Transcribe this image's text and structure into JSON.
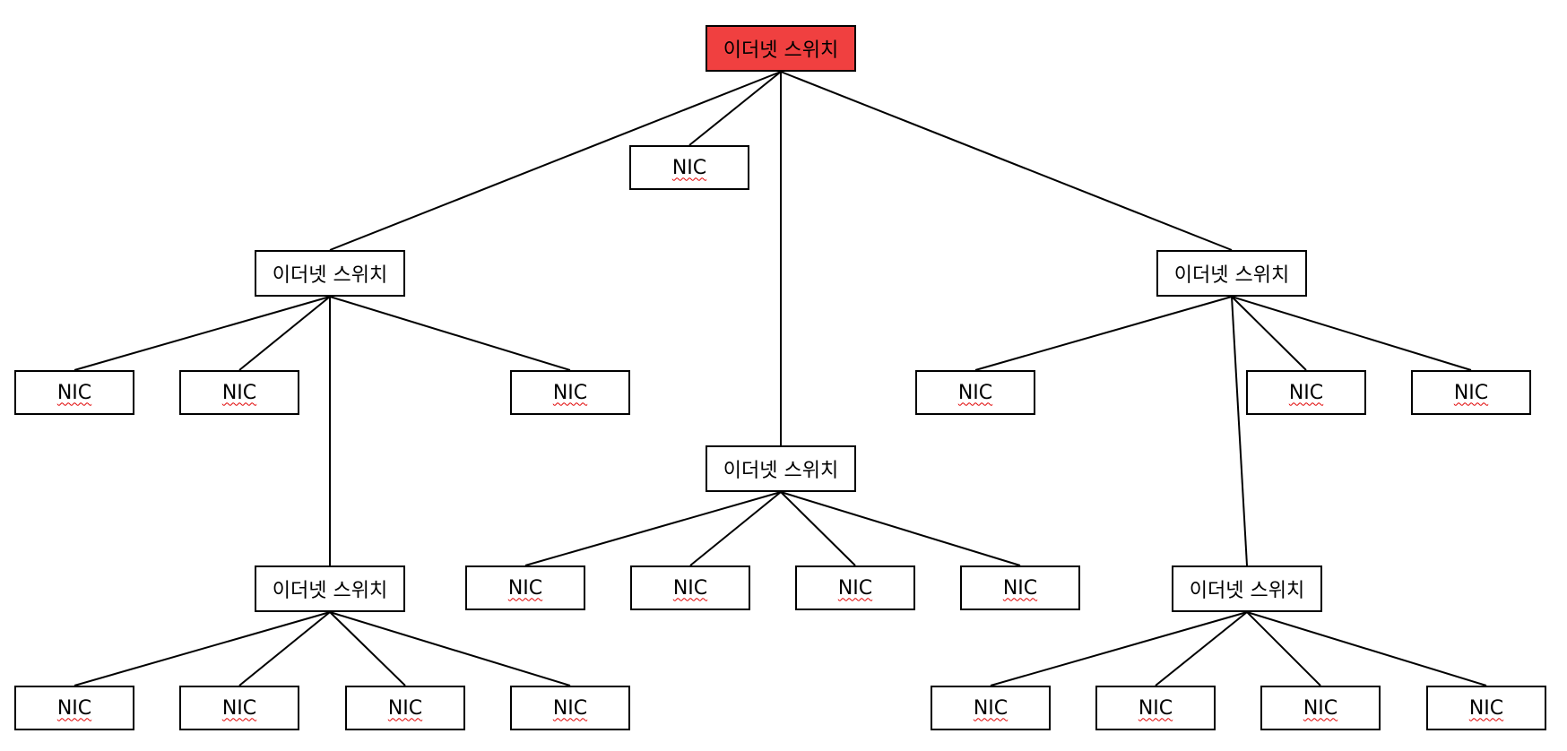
{
  "diagram": {
    "switch_label": "이더넷 스위치",
    "nic_label": "NIC",
    "root_color": "#f04040",
    "nodes": [
      {
        "id": "root",
        "type": "switch",
        "label": "이더넷 스위치"
      },
      {
        "id": "nic-top",
        "type": "nic",
        "label": "NIC"
      },
      {
        "id": "sw-left",
        "type": "switch",
        "label": "이더넷 스위치"
      },
      {
        "id": "sw-right",
        "type": "switch",
        "label": "이더넷 스위치"
      },
      {
        "id": "sw-mid",
        "type": "switch",
        "label": "이더넷 스위치"
      },
      {
        "id": "sw-left-low",
        "type": "switch",
        "label": "이더넷 스위치"
      },
      {
        "id": "sw-right-low",
        "type": "switch",
        "label": "이더넷 스위치"
      }
    ],
    "edges": [
      [
        "root",
        "nic-top"
      ],
      [
        "root",
        "sw-left"
      ],
      [
        "root",
        "sw-mid"
      ],
      [
        "root",
        "sw-right"
      ],
      [
        "sw-left",
        "nic-l1"
      ],
      [
        "sw-left",
        "nic-l2"
      ],
      [
        "sw-left",
        "nic-l3"
      ],
      [
        "sw-left",
        "sw-left-low"
      ],
      [
        "sw-right",
        "nic-r1"
      ],
      [
        "sw-right",
        "nic-r2"
      ],
      [
        "sw-right",
        "nic-r3"
      ],
      [
        "sw-right",
        "sw-right-low"
      ],
      [
        "sw-mid",
        "nic-m1"
      ],
      [
        "sw-mid",
        "nic-m2"
      ],
      [
        "sw-mid",
        "nic-m3"
      ],
      [
        "sw-mid",
        "nic-m4"
      ],
      [
        "sw-left-low",
        "nic-ll1"
      ],
      [
        "sw-left-low",
        "nic-ll2"
      ],
      [
        "sw-left-low",
        "nic-ll3"
      ],
      [
        "sw-left-low",
        "nic-ll4"
      ],
      [
        "sw-right-low",
        "nic-rl1"
      ],
      [
        "sw-right-low",
        "nic-rl2"
      ],
      [
        "sw-right-low",
        "nic-rl3"
      ],
      [
        "sw-right-low",
        "nic-rl4"
      ]
    ]
  }
}
